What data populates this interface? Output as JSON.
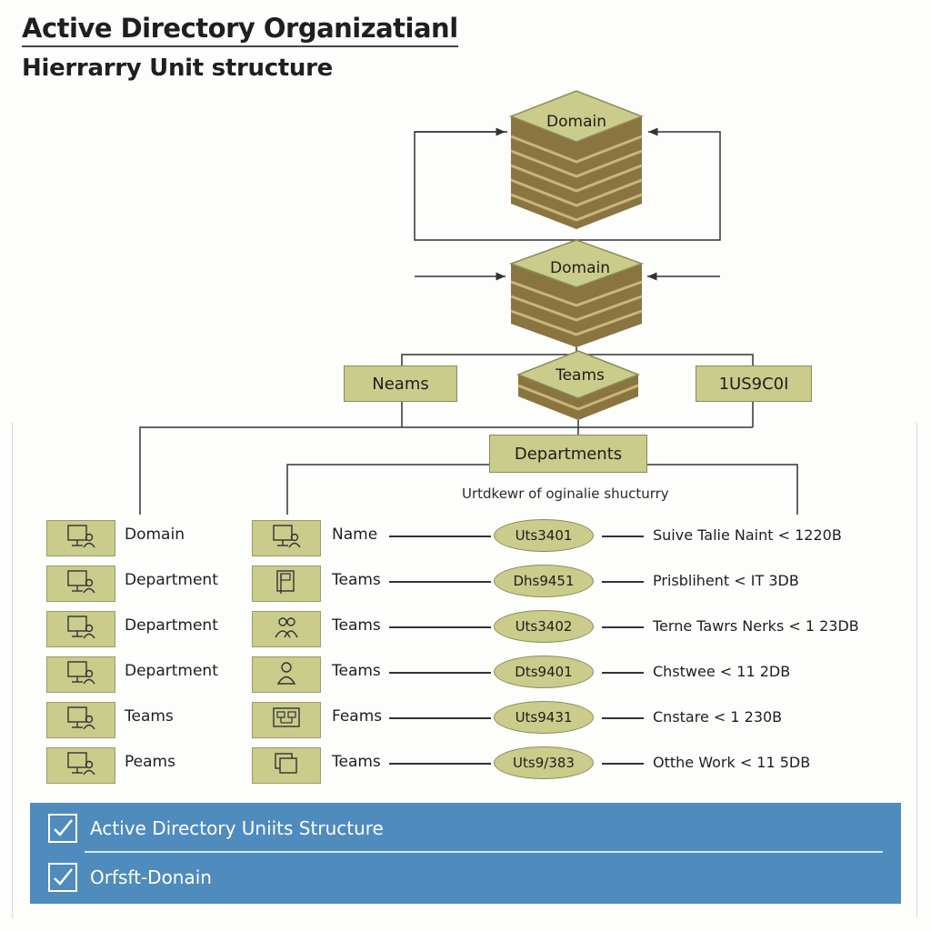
{
  "title": {
    "line1": "Active Directory Organizatianl",
    "line2": "Hierrarry Unit structure"
  },
  "nodes": {
    "domain_top": "Domain",
    "domain_mid": "Domain",
    "teams_center": "Teams",
    "neams": "Neams",
    "right_box": "1US9C0I",
    "departments": "Departments"
  },
  "subtitle": "Urtdkewr of oginalie shucturry",
  "left_column": [
    {
      "label": "Domain",
      "icon": "computer-user-icon"
    },
    {
      "label": "Department",
      "icon": "computer-user-icon"
    },
    {
      "label": "Department",
      "icon": "computer-user-icon"
    },
    {
      "label": "Department",
      "icon": "computer-user-icon"
    },
    {
      "label": "Teams",
      "icon": "computer-user-icon"
    },
    {
      "label": "Peams",
      "icon": "computer-user-icon"
    }
  ],
  "middle_column": [
    {
      "label": "Name",
      "icon": "computer-user-icon",
      "code": "Uts3401",
      "desc": "Suive Talie Naint < 1220B"
    },
    {
      "label": "Teams",
      "icon": "document-flag-icon",
      "code": "Dhs9451",
      "desc": "Prisblihent < IT 3DB"
    },
    {
      "label": "Teams",
      "icon": "users-group-icon",
      "code": "Uts3402",
      "desc": "Terne Tawrs Nerks < 1 23DB"
    },
    {
      "label": "Teams",
      "icon": "user-icon",
      "code": "Dts9401",
      "desc": "Chstwee < 11 2DB"
    },
    {
      "label": "Feams",
      "icon": "network-icon",
      "code": "Uts9431",
      "desc": "Cnstare < 1 230B"
    },
    {
      "label": "Teams",
      "icon": "folders-icon",
      "code": "Uts9/383",
      "desc": "Otthe Work < 11 5DB"
    }
  ],
  "footer": {
    "item1": "Active Directory Uniits Structure",
    "item2": "Orfsft-Donain",
    "icon1": "checkbox-icon",
    "icon2": "checkbox-icon"
  },
  "colors": {
    "olive_fill": "#c9cc8a",
    "stack_dark": "#8a7440",
    "footer_blue": "#4f8bbd"
  }
}
